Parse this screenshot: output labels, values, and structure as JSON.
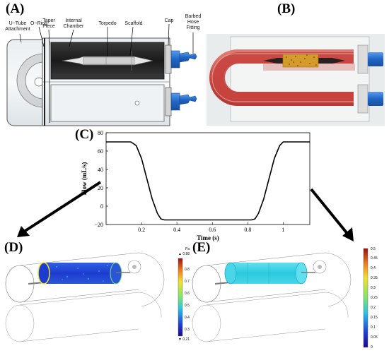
{
  "panels": {
    "a": "(A)",
    "b": "(B)",
    "c": "(C)",
    "d": "(D)",
    "e": "(E)"
  },
  "callouts": {
    "u_tube": "U−Tube\nAttachment",
    "o_ring": "O−Ring",
    "taper": "Taper\nPiece",
    "chamber": "Internal\nChamber",
    "torpedo": "Torpedo",
    "scaffold": "Scaffold",
    "cap": "Cap",
    "barbed": "Barbed\nHose\nFitting"
  },
  "colors": {
    "fitting_blue": "#1f66c8",
    "chamber_dark": "#2a2a2a",
    "fluid_red": "#c8453f",
    "scaffold_gold": "#d49a2a",
    "flow_line": "#000000"
  },
  "chart_data": {
    "type": "line",
    "title": "",
    "xlabel": "Time (s)",
    "ylabel": "Flow (mL/s)",
    "xlim": [
      0,
      1.15
    ],
    "ylim": [
      -20,
      80
    ],
    "x_ticks": [
      0.2,
      0.4,
      0.6,
      0.8,
      1
    ],
    "x_tick_labels": [
      "0.2",
      "0.4",
      "0.6",
      "0.8",
      "1"
    ],
    "y_ticks": [
      -20,
      0,
      20,
      40,
      60,
      80
    ],
    "y_tick_labels": [
      "−20",
      "0",
      "20",
      "40",
      "60",
      "80"
    ],
    "grid": false,
    "series": [
      {
        "x": [
          0,
          0.14,
          0.17,
          0.2,
          0.23,
          0.26,
          0.29,
          0.31,
          0.33,
          0.45,
          0.6,
          0.75,
          0.82,
          0.84,
          0.86,
          0.89,
          0.92,
          0.95,
          0.98,
          1.0,
          1.15
        ],
        "y": [
          70,
          70,
          66,
          52,
          30,
          8,
          -8,
          -14,
          -15,
          -15,
          -15,
          -15,
          -15,
          -14,
          -8,
          8,
          30,
          52,
          66,
          70,
          70
        ]
      }
    ]
  },
  "colorbar_d": {
    "unit": "Pa",
    "max_label": "▲ 0.88",
    "min_label": "▼ 0.21",
    "ticks": [
      "0.8",
      "0.7",
      "0.6",
      "0.5",
      "0.4",
      "0.3"
    ]
  },
  "colorbar_e": {
    "ticks": [
      "0.5",
      "0.45",
      "0.4",
      "0.35",
      "0.3",
      "0.25",
      "0.2",
      "0.15",
      "0.1",
      "0.05",
      "0"
    ]
  }
}
